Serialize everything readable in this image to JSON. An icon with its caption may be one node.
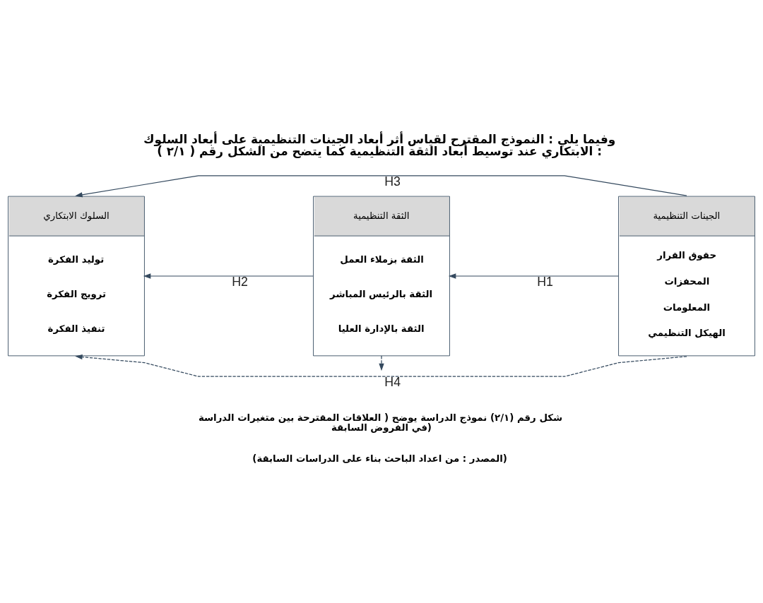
{
  "diagram": {
    "title": "وفيما يلي : النموذج المقترح لقياس أثر أبعاد الجينات التنظيمية على أبعاد السلوك الابتكاري عند توسيط أبعاد الثقة التنظيمية كما يتضح من الشكل رقم ( ٢/١ ) :",
    "caption": "شكل رقم (٢/١) نموذج الدراسة يوضح ( العلاقات المقترحة بين متغيرات الدراسة في الفروض السابقة)",
    "nodes": [
      {
        "text": [
          "الجينات التنظيمية",
          "حقوق القرار",
          "المحفزات",
          "المعلومات",
          "الهيكل التنظيمي"
        ]
      },
      {
        "text": [
          "الثقة التنظيمية",
          "الثقة بزملاء العمل",
          "الثقة بالرئيس المباشر",
          "الثقة بالإدارة العليا"
        ]
      },
      {
        "text": [
          "السلوك الابتكاري",
          "توليد الفكرة",
          "ترويج الفكرة",
          "تنفيذ الفكرة"
        ]
      }
    ],
    "edges": [
      {
        "from": 0,
        "to": 1,
        "arrow": "to",
        "label": "H1"
      },
      {
        "from": 1,
        "to": 2,
        "arrow": "to",
        "label": "H2"
      },
      {
        "from": 0,
        "to": 2,
        "arrow": "to",
        "label": "H3"
      },
      {
        "from": 0,
        "to": 2,
        "arrow": "to",
        "label": "H4",
        "style": "dashed"
      },
      {
        "from": 1,
        "to": null,
        "arrow": "to",
        "style": "dashed"
      }
    ],
    "labels": [
      "(المصدر : من اعداد الباحث بناء على الدراسات السابقة)"
    ]
  }
}
